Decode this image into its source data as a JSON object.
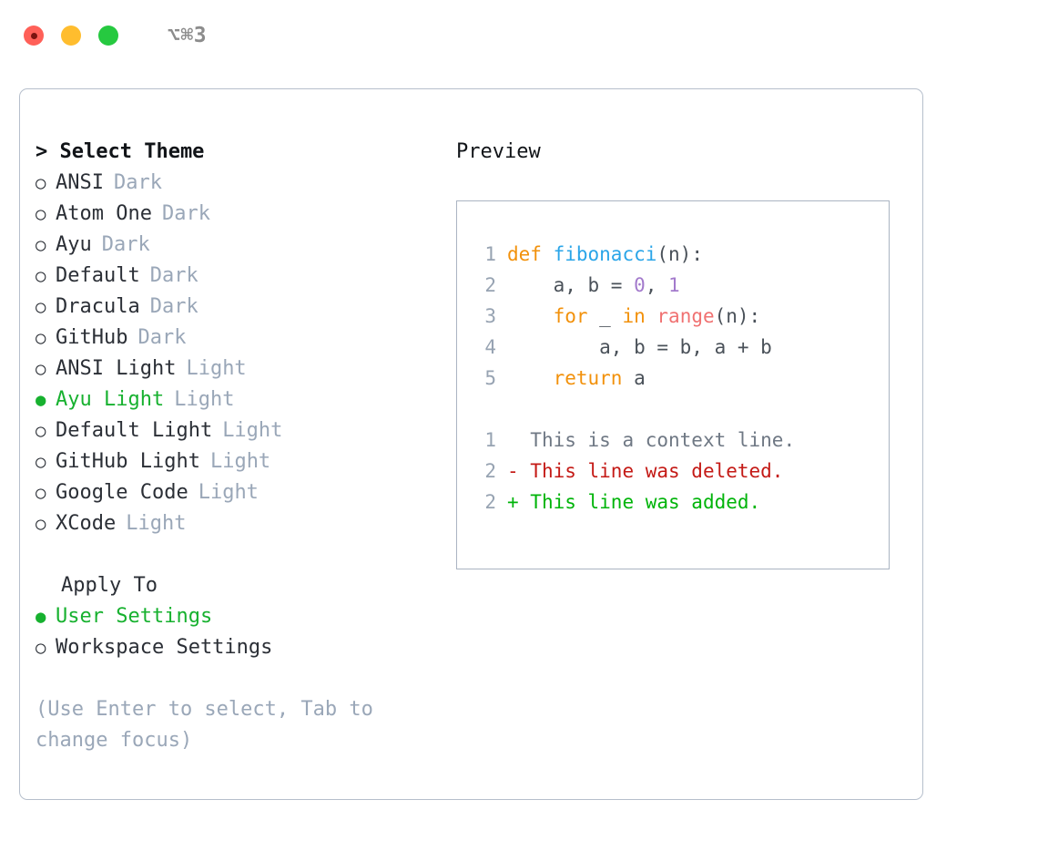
{
  "titlebar": {
    "shortcut": "⌥⌘3",
    "lights": [
      "close-light",
      "minimize-light",
      "maximize-light"
    ]
  },
  "theme_list": {
    "header": "> Select Theme",
    "cursor": ">",
    "selected_marker": "●",
    "unselected_marker": "○",
    "items": [
      {
        "marker": "○",
        "label": "ANSI",
        "tag": "Dark",
        "selected": false
      },
      {
        "marker": "○",
        "label": "Atom One",
        "tag": "Dark",
        "selected": false
      },
      {
        "marker": "○",
        "label": "Ayu",
        "tag": "Dark",
        "selected": false
      },
      {
        "marker": "○",
        "label": "Default",
        "tag": "Dark",
        "selected": false
      },
      {
        "marker": "○",
        "label": "Dracula",
        "tag": "Dark",
        "selected": false
      },
      {
        "marker": "○",
        "label": "GitHub",
        "tag": "Dark",
        "selected": false
      },
      {
        "marker": "○",
        "label": "ANSI Light",
        "tag": "Light",
        "selected": false
      },
      {
        "marker": "●",
        "label": "Ayu Light",
        "tag": "Light",
        "selected": true
      },
      {
        "marker": "○",
        "label": "Default Light",
        "tag": "Light",
        "selected": false
      },
      {
        "marker": "○",
        "label": "GitHub Light",
        "tag": "Light",
        "selected": false
      },
      {
        "marker": "○",
        "label": "Google Code",
        "tag": "Light",
        "selected": false
      },
      {
        "marker": "○",
        "label": "XCode",
        "tag": "Light",
        "selected": false
      }
    ]
  },
  "apply_to": {
    "label": "Apply To",
    "items": [
      {
        "marker": "●",
        "label": "User Settings",
        "selected": true
      },
      {
        "marker": "○",
        "label": "Workspace Settings",
        "selected": false
      }
    ]
  },
  "hint": "(Use Enter to select, Tab to change focus)",
  "preview": {
    "header": "Preview",
    "code_lines": [
      {
        "no": "1",
        "tokens": [
          {
            "t": "def",
            "c": "kw"
          },
          {
            "t": " ",
            "c": "plain"
          },
          {
            "t": "fibonacci",
            "c": "fn"
          },
          {
            "t": "(n):",
            "c": "punct"
          }
        ]
      },
      {
        "no": "2",
        "tokens": [
          {
            "t": "    a, b = ",
            "c": "plain"
          },
          {
            "t": "0",
            "c": "num"
          },
          {
            "t": ", ",
            "c": "plain"
          },
          {
            "t": "1",
            "c": "num"
          }
        ]
      },
      {
        "no": "3",
        "tokens": [
          {
            "t": "    ",
            "c": "plain"
          },
          {
            "t": "for",
            "c": "kw"
          },
          {
            "t": " _ ",
            "c": "plain"
          },
          {
            "t": "in",
            "c": "kw"
          },
          {
            "t": " ",
            "c": "plain"
          },
          {
            "t": "range",
            "c": "built"
          },
          {
            "t": "(n):",
            "c": "punct"
          }
        ]
      },
      {
        "no": "4",
        "tokens": [
          {
            "t": "        a, b = b, a + b",
            "c": "plain"
          }
        ]
      },
      {
        "no": "5",
        "tokens": [
          {
            "t": "    ",
            "c": "plain"
          },
          {
            "t": "return",
            "c": "kw"
          },
          {
            "t": " a",
            "c": "plain"
          }
        ]
      }
    ],
    "diff_lines": [
      {
        "no": "1",
        "prefix": "  ",
        "text": "This is a context line.",
        "kind": "ctx"
      },
      {
        "no": "2",
        "prefix": "- ",
        "text": "This line was deleted.",
        "kind": "del"
      },
      {
        "no": "2",
        "prefix": "+ ",
        "text": "This line was added.",
        "kind": "add"
      }
    ]
  },
  "colors": {
    "accent_green": "#17B12F",
    "muted": "#9aa7b8",
    "keyword": "#F2910B",
    "function": "#2AA5E8",
    "number": "#A37ACC",
    "builtin": "#F07171",
    "diff_delete": "#C41A16",
    "diff_add": "#00B40A",
    "border": "#b6bfcc"
  }
}
